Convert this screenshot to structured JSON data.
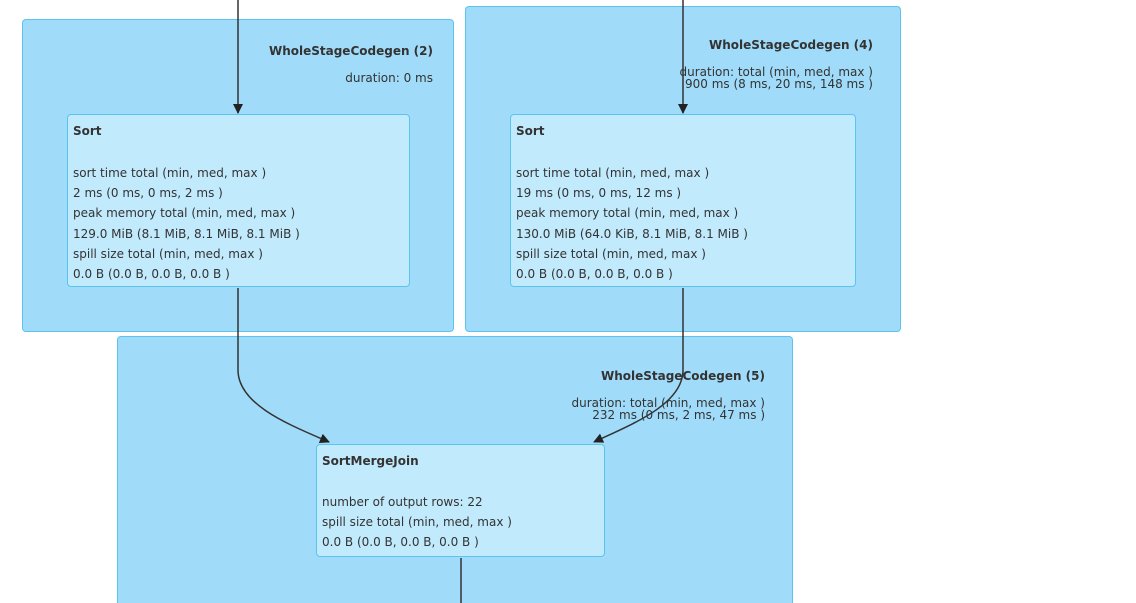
{
  "clusters": [
    {
      "id": "wsc2",
      "title": "WholeStageCodegen (2)",
      "duration_lines": [
        "duration: 0 ms"
      ]
    },
    {
      "id": "wsc4",
      "title": "WholeStageCodegen (4)",
      "duration_lines": [
        "duration: total (min, med, max )",
        "900 ms (8 ms, 20 ms, 148 ms )"
      ]
    },
    {
      "id": "wsc5",
      "title": "WholeStageCodegen (5)",
      "duration_lines": [
        "duration: total (min, med, max )",
        "232 ms (0 ms, 2 ms, 47 ms )"
      ]
    }
  ],
  "nodes": [
    {
      "id": "sort_left",
      "title": "Sort",
      "metrics": [
        "sort time total (min, med, max )",
        "2 ms (0 ms, 0 ms, 2 ms )",
        "peak memory total (min, med, max )",
        "129.0 MiB (8.1 MiB, 8.1 MiB, 8.1 MiB )",
        "spill size total (min, med, max )",
        "0.0 B (0.0 B, 0.0 B, 0.0 B )"
      ]
    },
    {
      "id": "sort_right",
      "title": "Sort",
      "metrics": [
        "sort time total (min, med, max )",
        "19 ms (0 ms, 0 ms, 12 ms )",
        "peak memory total (min, med, max )",
        "130.0 MiB (64.0 KiB, 8.1 MiB, 8.1 MiB )",
        "spill size total (min, med, max )",
        "0.0 B (0.0 B, 0.0 B, 0.0 B )"
      ]
    },
    {
      "id": "smj",
      "title": "SortMergeJoin",
      "metrics": [
        "number of output rows: 22",
        "spill size total (min, med, max )",
        "0.0 B (0.0 B, 0.0 B, 0.0 B )"
      ]
    }
  ],
  "colors": {
    "cluster_fill": "#a0dcfa",
    "cluster_border": "#5bc4ec",
    "node_fill": "#c2eafd",
    "edge": "#333333"
  }
}
